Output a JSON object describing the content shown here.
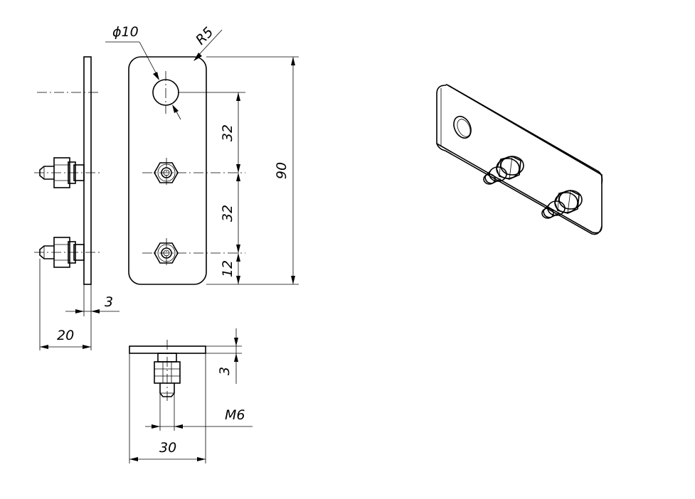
{
  "dimensions": {
    "hole_diameter": "ϕ10",
    "corner_radius": "R5",
    "pitch_top": "32",
    "pitch_bottom": "32",
    "edge_offset": "12",
    "plate_length": "90",
    "plate_thickness": "3",
    "bolt_projection": "20",
    "plate_thickness_bottom": "3",
    "thread_size": "M6",
    "plate_width": "30"
  }
}
